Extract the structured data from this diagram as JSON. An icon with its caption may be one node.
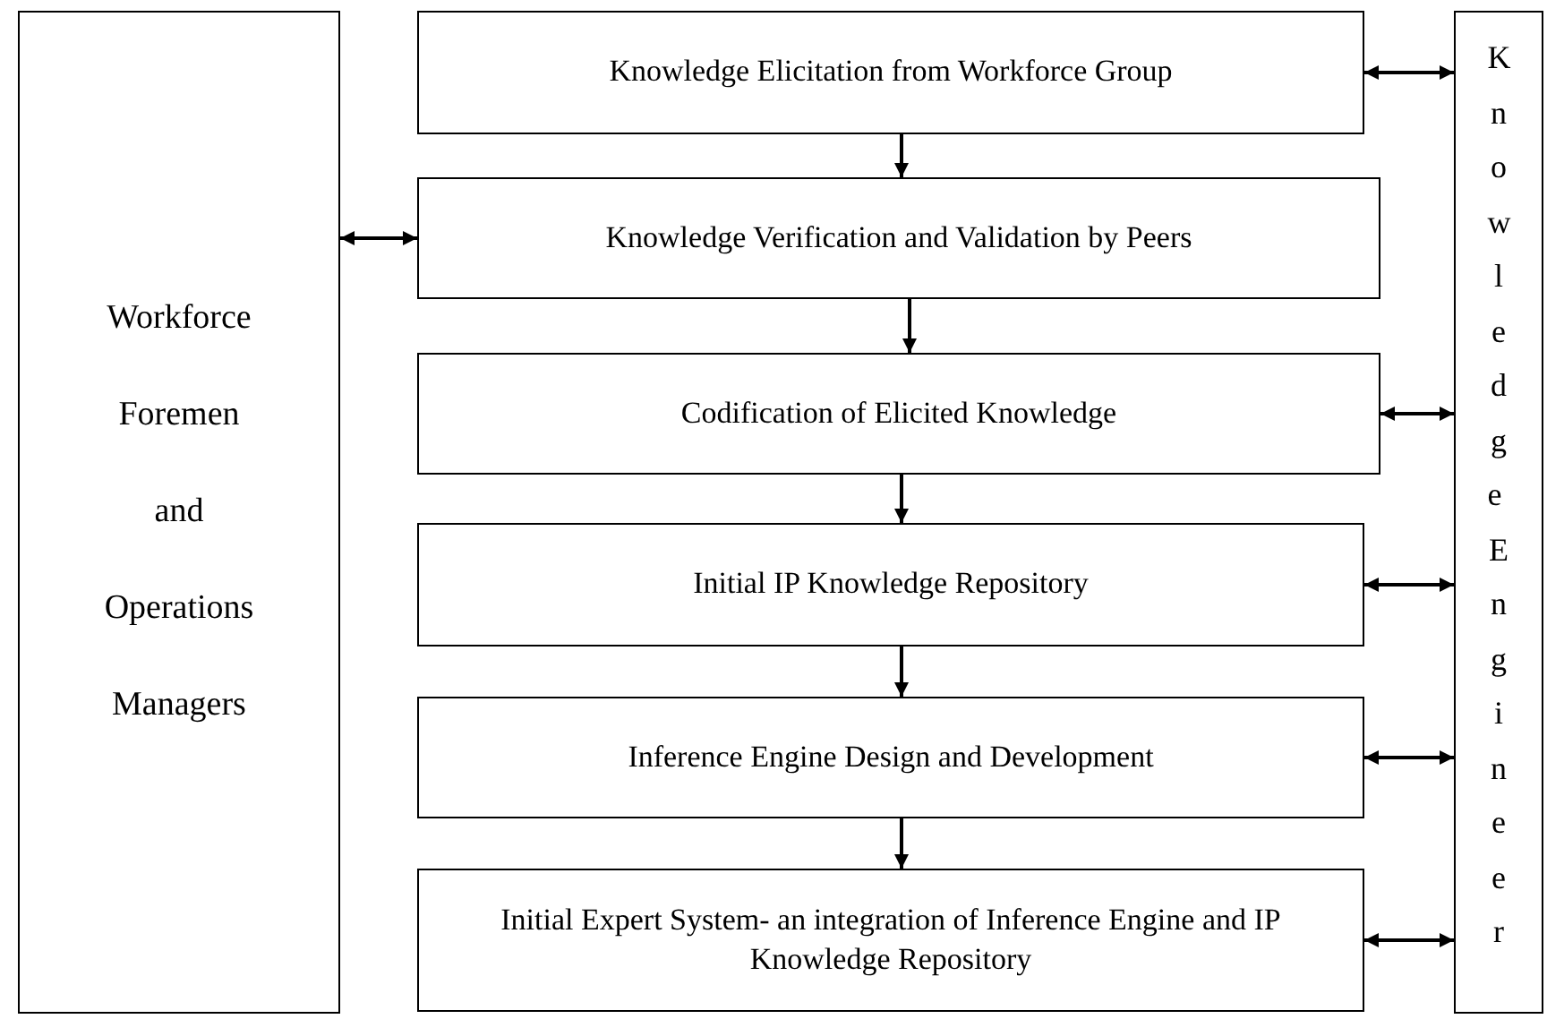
{
  "diagram": {
    "nodes": [
      {
        "text": [
          "Workforce Foremen and Operations Managers"
        ]
      },
      {
        "text": [
          "Knowledge Elicitation from Workforce Group"
        ]
      },
      {
        "text": [
          "Knowledge Verification and Validation by Peers"
        ]
      },
      {
        "text": [
          "Codification of  Elicited Knowledge"
        ]
      },
      {
        "text": [
          "Initial IP Knowledge Repository"
        ]
      },
      {
        "text": [
          "Inference Engine Design and Development"
        ]
      },
      {
        "text": [
          "Initial Expert System- an integration of Inference Engine and IP Knowledge Repository"
        ]
      },
      {
        "text": [
          "Knowledge Engineer"
        ]
      }
    ],
    "edges": [
      {
        "from": 1,
        "to": 2,
        "arrow": "to"
      },
      {
        "from": 2,
        "to": 3,
        "arrow": "to"
      },
      {
        "from": 3,
        "to": 4,
        "arrow": "to"
      },
      {
        "from": 4,
        "to": 5,
        "arrow": "to"
      },
      {
        "from": 5,
        "to": 6,
        "arrow": "to"
      },
      {
        "from": 0,
        "to": 2,
        "arrow": "both"
      },
      {
        "from": 7,
        "to": 1,
        "arrow": "both"
      },
      {
        "from": 7,
        "to": 3,
        "arrow": "both"
      },
      {
        "from": 7,
        "to": 4,
        "arrow": "both"
      },
      {
        "from": 7,
        "to": 5,
        "arrow": "both"
      },
      {
        "from": 7,
        "to": 6,
        "arrow": "both"
      }
    ]
  }
}
